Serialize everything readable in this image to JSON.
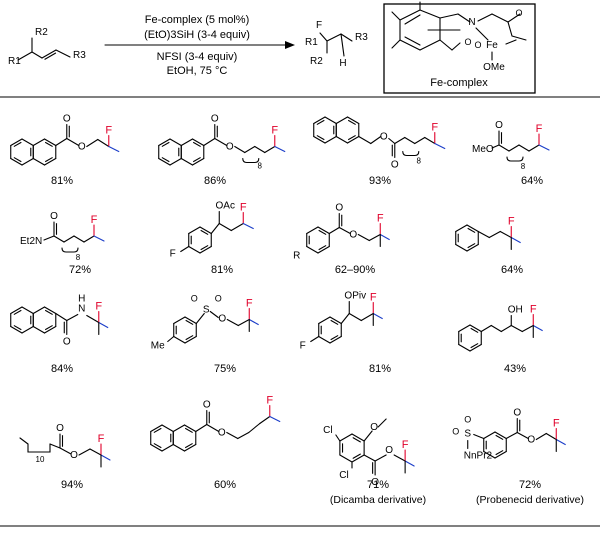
{
  "scheme": {
    "reagents_top": [
      "Fe-complex (5 mol%)",
      "(EtO)3SiH (3-4 equiv)"
    ],
    "reagents_bottom": [
      "NFSI (3-4 equiv)",
      "EtOH, 75 °C"
    ],
    "substrate_labels": {
      "r1": "R1",
      "r2": "R2",
      "r3": "R3"
    },
    "product_labels": {
      "f": "F",
      "r1": "R1",
      "r2": "R2",
      "r3": "R3",
      "h": "H"
    },
    "catalyst": {
      "label": "Fe-complex",
      "atoms": {
        "n": "N",
        "fe": "Fe",
        "o1": "O",
        "o2": "O",
        "ome": "OMe",
        "ome_side": "O"
      }
    }
  },
  "atom_labels": {
    "f": "F",
    "o": "O",
    "n": "N",
    "h": "H",
    "r": "R",
    "cl": "Cl",
    "oac": "OAc",
    "opiv": "OPiv",
    "oh": "OH",
    "meo": "MeO",
    "me": "Me",
    "s": "S",
    "npr2": "NnPr2",
    "et2n": "Et2N",
    "sub8": "8",
    "sub10": "10"
  },
  "products": [
    {
      "yield": "81%",
      "note": ""
    },
    {
      "yield": "86%",
      "note": ""
    },
    {
      "yield": "93%",
      "note": ""
    },
    {
      "yield": "64%",
      "note": ""
    },
    {
      "yield": "72%",
      "note": ""
    },
    {
      "yield": "81%",
      "note": ""
    },
    {
      "yield": "62–90%",
      "note": ""
    },
    {
      "yield": "64%",
      "note": ""
    },
    {
      "yield": "84%",
      "note": ""
    },
    {
      "yield": "75%",
      "note": ""
    },
    {
      "yield": "81%",
      "note": ""
    },
    {
      "yield": "43%",
      "note": ""
    },
    {
      "yield": "94%",
      "note": ""
    },
    {
      "yield": "60%",
      "note": ""
    },
    {
      "yield": "71%",
      "note": "(Dicamba derivative)"
    },
    {
      "yield": "72%",
      "note": "(Probenecid derivative)"
    }
  ],
  "colors": {
    "fluorine": "#e0002a",
    "methyl": "#1a3cc8",
    "bond": "#000000"
  }
}
